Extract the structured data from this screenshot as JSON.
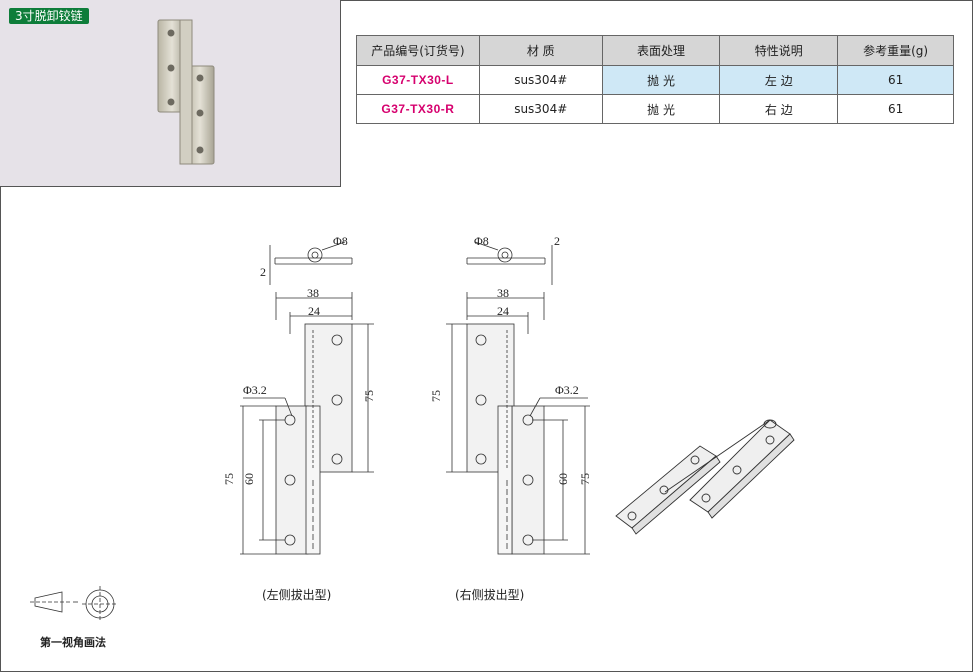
{
  "product_title": "3寸脱卸铰链",
  "table": {
    "headers": [
      "产品编号(订货号)",
      "材  质",
      "表面处理",
      "特性说明",
      "参考重量(g)"
    ],
    "rows": [
      [
        "G37-TX30-L",
        "sus304#",
        "抛  光",
        "左  边",
        "61"
      ],
      [
        "G37-TX30-R",
        "sus304#",
        "抛  光",
        "右  边",
        "61"
      ]
    ]
  },
  "drawing": {
    "left_caption": "(左侧拔出型)",
    "right_caption": "(右侧拔出型)",
    "projection_label": "第一视角画法",
    "dims": {
      "phi8": "Φ8",
      "two": "2",
      "w38": "38",
      "w24": "24",
      "h75": "75",
      "h60": "60",
      "phi32": "Φ3.2"
    }
  },
  "colors": {
    "badge": "#0e7d3a",
    "code_text": "#d6006e",
    "cell_blue": "#cfe8f6",
    "header_gray": "#d6d6d6"
  }
}
